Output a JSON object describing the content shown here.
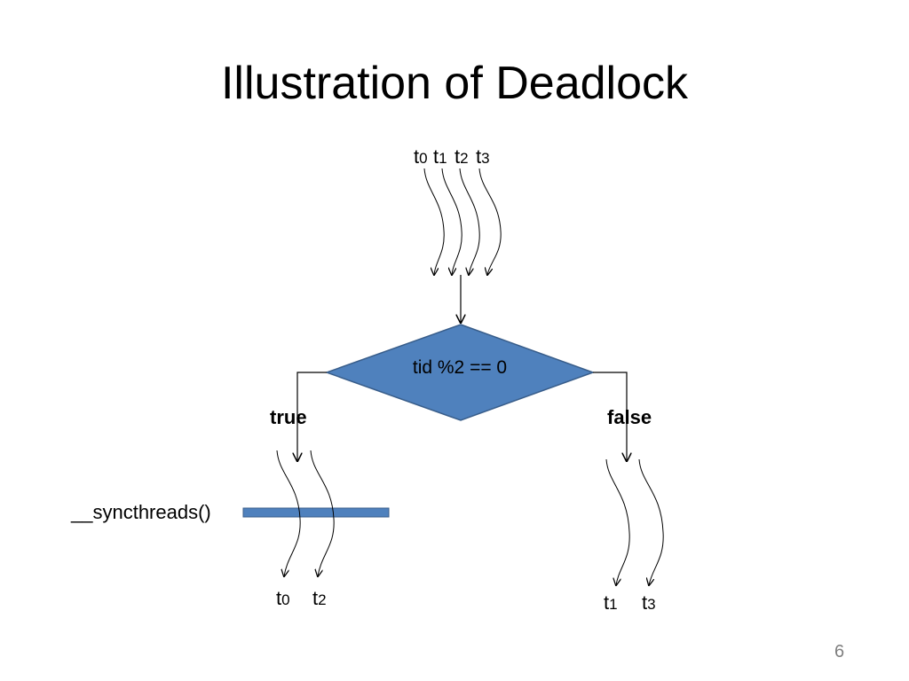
{
  "slide": {
    "title": "Illustration of Deadlock",
    "page_number": "6"
  },
  "threads_top": [
    {
      "base": "t",
      "sub": "0"
    },
    {
      "base": "t",
      "sub": "1"
    },
    {
      "base": "t",
      "sub": "2"
    },
    {
      "base": "t",
      "sub": "3"
    }
  ],
  "decision": {
    "condition": "tid %2 == 0",
    "true_label": "true",
    "false_label": "false"
  },
  "barrier": {
    "label": "__syncthreads()"
  },
  "threads_true": [
    {
      "base": "t",
      "sub": "0"
    },
    {
      "base": "t",
      "sub": "2"
    }
  ],
  "threads_false": [
    {
      "base": "t",
      "sub": "1"
    },
    {
      "base": "t",
      "sub": "3"
    }
  ],
  "colors": {
    "diamond_fill": "#4f81bd",
    "diamond_stroke": "#385d8a",
    "barrier_fill": "#4f81bd",
    "page_number": "#7f7f7f"
  }
}
